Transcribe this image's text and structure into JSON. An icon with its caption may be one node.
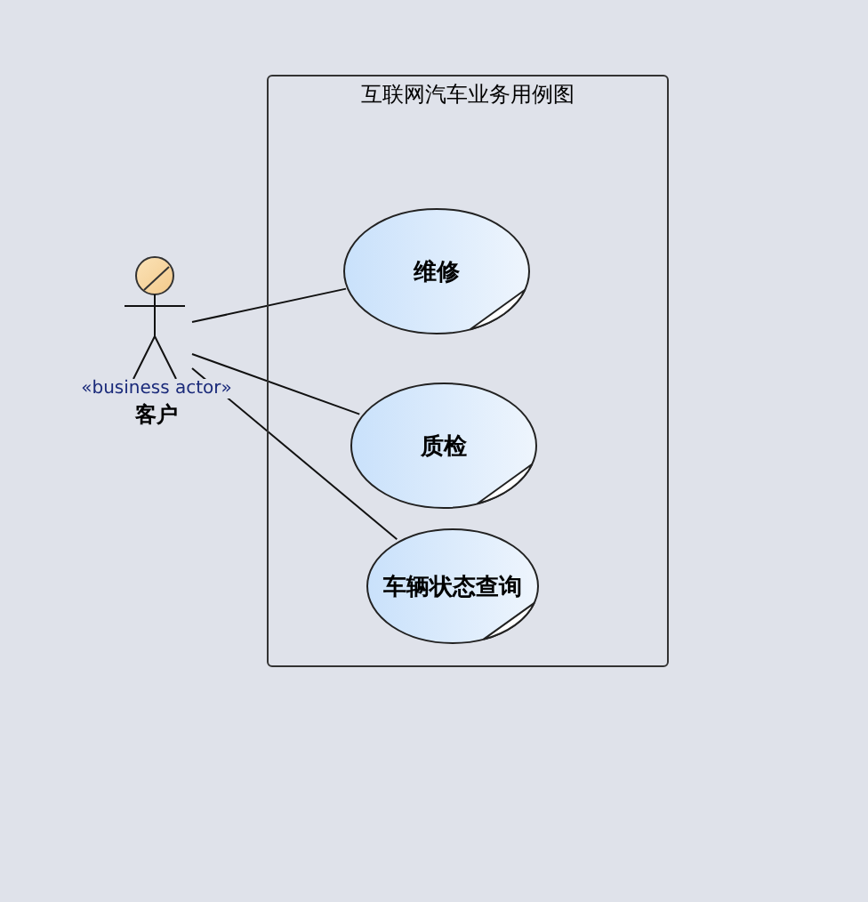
{
  "diagram": {
    "nodes": [
      {
        "text": [
          "互联网汽车业务用例图"
        ]
      },
      {
        "text": [
          "«business actor»",
          "客户"
        ]
      },
      {
        "text": [
          "维修"
        ],
        "in": 0
      },
      {
        "text": [
          "质检"
        ],
        "in": 0
      },
      {
        "text": [
          "车辆状态查询"
        ],
        "in": 0
      }
    ],
    "edges": [
      {
        "from": 1,
        "to": 2,
        "arrow": "none"
      },
      {
        "from": 1,
        "to": 3,
        "arrow": "none"
      },
      {
        "from": 1,
        "to": 4,
        "arrow": "none"
      }
    ]
  }
}
